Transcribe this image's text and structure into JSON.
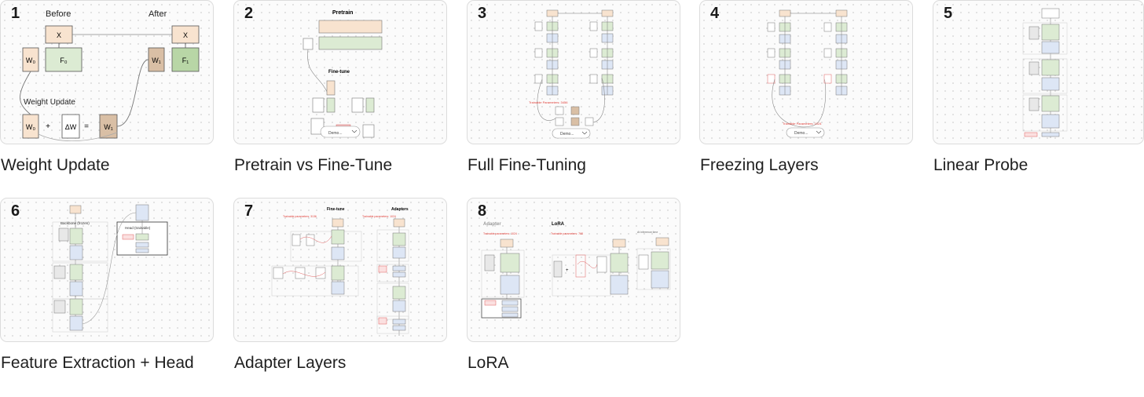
{
  "gallery": {
    "items": [
      {
        "number": "1",
        "title": "Weight Update",
        "labels": {
          "before": "Before",
          "after": "After",
          "x": "X",
          "w0": "W₀",
          "f0": "F₀",
          "w1": "W₁",
          "f1": "F₁",
          "weight_update": "Weight Update",
          "plus": "+",
          "delta_w": "ΔW",
          "equals": "="
        }
      },
      {
        "number": "2",
        "title": "Pretrain vs Fine-Tune",
        "labels": {
          "pretrain": "Pretrain",
          "fine_tune": "Fine-tune",
          "demo": "Demo..."
        }
      },
      {
        "number": "3",
        "title": "Full Fine-Tuning",
        "labels": {
          "trainable": "Trainable Parameters: 3456",
          "demo": "Demo..."
        }
      },
      {
        "number": "4",
        "title": "Freezing Layers",
        "labels": {
          "trainable": "Trainable Parameters: 1024",
          "demo": "Demo..."
        }
      },
      {
        "number": "5",
        "title": "Linear Probe",
        "labels": {}
      },
      {
        "number": "6",
        "title": "Feature Extraction + Head",
        "labels": {
          "backbone": "Backbone (frozen)",
          "head": "Head (trainable)"
        }
      },
      {
        "number": "7",
        "title": "Adapter Layers",
        "labels": {
          "fine_tune": "Fine-tune",
          "adapters": "Adapters",
          "trainable_ft": "Trainable parameters: 3136",
          "trainable_ad": "Trainable parameters: 1024"
        }
      },
      {
        "number": "8",
        "title": "LoRA",
        "labels": {
          "adapter": "Adapter",
          "lora": "LoRA",
          "trainable_ad": "Trainable parameters: 1024",
          "trainable_lora": "Trainable parameters: 768",
          "inference": "At inference time"
        }
      }
    ]
  },
  "colors": {
    "peach": "#f8e3cf",
    "green": "#dcebd3",
    "blue": "#dde6f5",
    "tan": "#d9bfa5",
    "dark_green": "#b8d6a6",
    "red_label": "#e0403a",
    "line": "#555555"
  }
}
